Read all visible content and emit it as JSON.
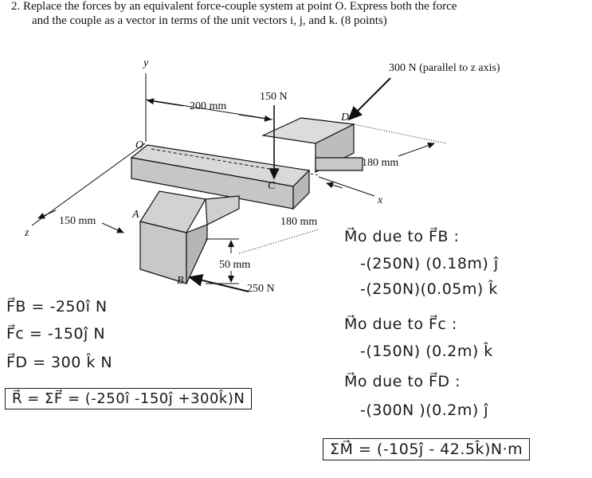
{
  "problem": {
    "number": "2.",
    "line1": "Replace the forces by an equivalent force-couple system at point O. Express both the force",
    "line2": "and the couple as a vector in terms of the unit vectors i, j, and k. (8 points)"
  },
  "figure": {
    "axis_y": "y",
    "axis_x": "x",
    "axis_z": "z",
    "point_O": "O",
    "point_A": "A",
    "point_B": "B",
    "point_C": "C",
    "point_D": "D",
    "dim_200": "200 mm",
    "dim_150": "150 mm",
    "dim_180_top": "180 mm",
    "dim_180_bottom": "180 mm",
    "dim_50": "50 mm",
    "force_C": "150 N",
    "force_B": "250 N",
    "force_D": "300 N (parallel to z axis)"
  },
  "work_left": {
    "fb": "F⃗B = -250î N",
    "fc": "F⃗c = -150ĵ N",
    "fd": "F⃗D = 300 k̂ N",
    "resultant": "R⃗ = ΣF⃗ = (-250î -150ĵ +300k̂)N"
  },
  "work_right": {
    "mo_fb_title": "M⃗o due to F⃗B :",
    "mo_fb_1": "-(250N) (0.18m) ĵ",
    "mo_fb_2": "-(250N)(0.05m) k̂",
    "mo_fc_title": "M⃗o due to F⃗c :",
    "mo_fc_1": "-(150N) (0.2m) k̂",
    "mo_fd_title": "M⃗o due to F⃗D :",
    "mo_fd_1": "-(300N )(0.2m) ĵ",
    "sum": "ΣM⃗ = (-105ĵ - 42.5k̂)N·m"
  }
}
